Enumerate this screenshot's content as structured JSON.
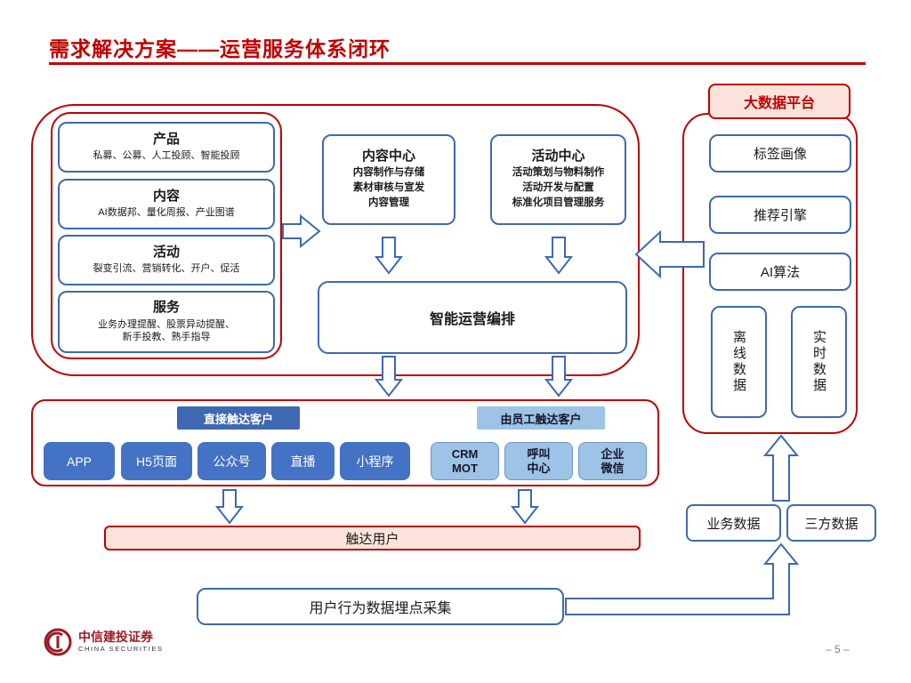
{
  "colors": {
    "accent_red": "#C00000",
    "accent_blue": "#3E68B2",
    "fill_blue": "#4472C4",
    "fill_light_blue": "#9DC3E6",
    "fill_pink": "#FBE3DB"
  },
  "page": {
    "title": "需求解决方案——运营服务体系闭环",
    "page_number": "– 5 –",
    "logo_cn": "中信建投证券",
    "logo_en": "CHINA SECURITIES"
  },
  "left_panel": {
    "items": [
      {
        "title": "产品",
        "desc": "私募、公募、人工投顾、智能投顾"
      },
      {
        "title": "内容",
        "desc": "AI数据邦、量化周报、产业图谱"
      },
      {
        "title": "活动",
        "desc": "裂变引流、营销转化、开户、促活"
      },
      {
        "title": "服务",
        "desc": "业务办理提醒、股票异动提醒、\n新手投教、熟手指导"
      }
    ]
  },
  "centers": [
    {
      "title": "内容中心",
      "lines": [
        "内容制作与存储",
        "素材审核与宣发",
        "内容管理"
      ]
    },
    {
      "title": "活动中心",
      "lines": [
        "活动策划与物料制作",
        "活动开发与配置",
        "标准化项目管理服务"
      ]
    }
  ],
  "orchestration": "智能运营编排",
  "bigdata": {
    "title": "大数据平台",
    "modules": [
      "标签画像",
      "推荐引擎",
      "AI算法"
    ],
    "vertical": [
      "离线数据",
      "实时数据"
    ]
  },
  "channels": {
    "direct_label": "直接触达客户",
    "staff_label": "由员工触达客户",
    "direct": [
      "APP",
      "H5页面",
      "公众号",
      "直播",
      "小程序"
    ],
    "staff": [
      "CRM\nMOT",
      "呼叫\n中心",
      "企业\n微信"
    ]
  },
  "reach": "触达用户",
  "collection": "用户行为数据埋点采集",
  "data_sources": [
    "业务数据",
    "三方数据"
  ]
}
